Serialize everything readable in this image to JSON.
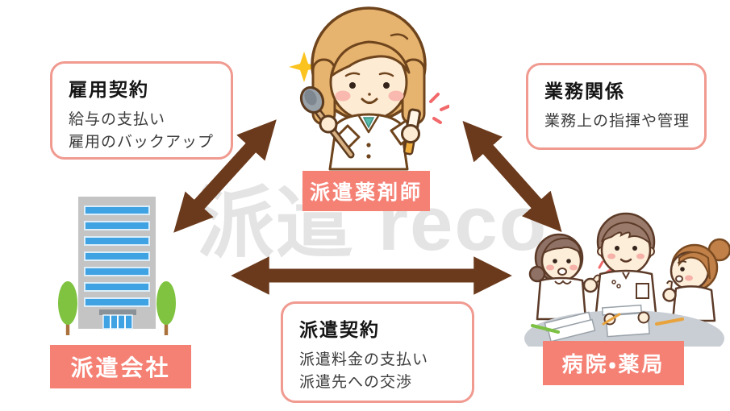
{
  "canvas": {
    "watermark": "派遣 reco"
  },
  "nodes": {
    "pharmacist": {
      "label": "派遣薬剤師"
    },
    "agency": {
      "label": "派遣会社"
    },
    "hospital": {
      "label": "病院・薬局"
    }
  },
  "annotations": {
    "employment": {
      "title": "雇用契約",
      "lines": [
        "給与の支払い",
        "雇用のバックアップ"
      ]
    },
    "business": {
      "title": "業務関係",
      "lines": [
        "業務上の指揮や管理"
      ]
    },
    "dispatch": {
      "title": "派遣契約",
      "lines": [
        "派遣料金の支払い",
        "派遣先への交渉"
      ]
    }
  },
  "colors": {
    "accent-salmon": "#f58175",
    "note-border": "#f09a90",
    "arrow-brown": "#6b3a1c",
    "watermark-gray": "#e4e4e4"
  }
}
